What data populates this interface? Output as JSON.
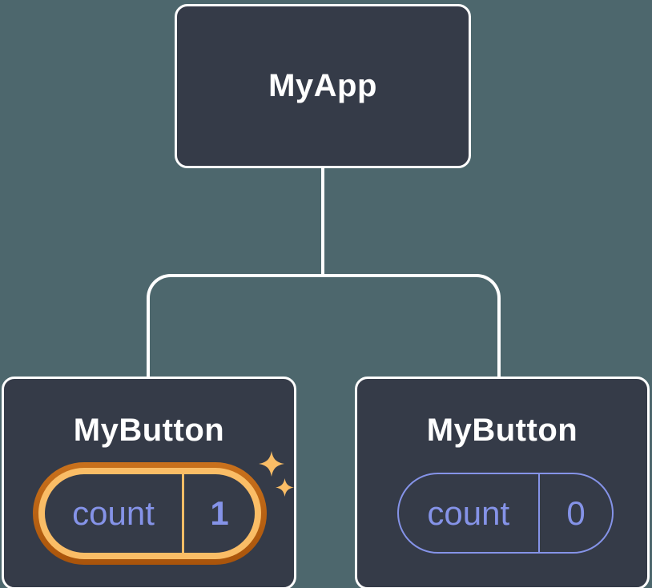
{
  "colors": {
    "background": "#4d676d",
    "node_fill": "#353b48",
    "node_border": "#ffffff",
    "connector": "#ffffff",
    "purple": "#8593e8",
    "orange_dark_top": "#c9711c",
    "orange_dark_bottom": "#a9540b",
    "gold": "#fabd66",
    "text_white": "#ffffff"
  },
  "tree": {
    "root": {
      "label": "MyApp"
    },
    "children": [
      {
        "label": "MyButton",
        "state_key": "count",
        "state_value": "1",
        "highlighted": true,
        "sparkles": "sparkle-icon"
      },
      {
        "label": "MyButton",
        "state_key": "count",
        "state_value": "0",
        "highlighted": false
      }
    ]
  }
}
